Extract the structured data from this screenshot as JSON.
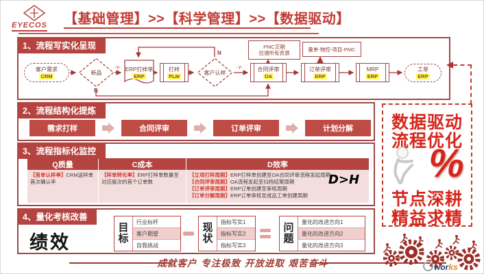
{
  "header": {
    "logo": "EYECOS",
    "title": "【基础管理】>>【科学管理】>>【数据驱动】"
  },
  "s1": {
    "tab": "1、流程写实化呈现",
    "nodes": {
      "customer_demand": "客户需求",
      "customer_demand_tag": "CRM",
      "new_product": "新品",
      "erp_sample": "ERP打样单",
      "erp_sample_tag": "ERP",
      "sampling": "打样",
      "sampling_tag": "PLM",
      "customer_confirm": "客户认样",
      "contract_review": "合同评审",
      "contract_review_tag": "OA",
      "order_review": "订单评审",
      "order_review_tag": "ERP",
      "mrp": "MRP",
      "mrp_tag": "ERP",
      "work_order": "工单",
      "work_order_tag": "ERP"
    },
    "info1_line1": "PMC交期",
    "info1_line2": "拉通所有资源",
    "info2": "量单-物控-项目-PMC",
    "yes": "-Y-",
    "no": "N"
  },
  "s2": {
    "tab": "2、流程结构化提炼",
    "steps": [
      "需求打样",
      "合同评审",
      "订单评审",
      "计划分解"
    ]
  },
  "s3": {
    "tab": "3、流程指标化监控",
    "headers": [
      "Q质量",
      "C成本",
      "D效率"
    ],
    "q": {
      "term": "【首单认样率】",
      "desc": "CRM送样单首次确认率"
    },
    "c": {
      "term": "【样单转化率】",
      "desc": "ERP打样单数量至对应版次的首个订单数"
    },
    "d": [
      {
        "term": "【立项打样周期】",
        "desc": "ERP打样单创建至OA合同评审流程发起周期"
      },
      {
        "term": "【合同评审周期】",
        "desc": "OA流程发起至归档结案周期"
      },
      {
        "term": "【订单评审周期】",
        "desc": "ERP订单创建至审核周期"
      },
      {
        "term": "【订单分解周期】",
        "desc": "ERP订单审核至成品工单创建周期"
      }
    ],
    "note": "D>H"
  },
  "s4": {
    "tab": "4、量化考核改善",
    "performance": "绩效",
    "goal_label": "目标",
    "goal_items": [
      "行业标杆",
      "客户期望",
      "自我挑战"
    ],
    "status_label": "现状",
    "status_items": [
      "指标写实1",
      "指标写实2",
      "指标写实3"
    ],
    "problem_label": "问题",
    "problem_items": [
      "量化的改进方向1",
      "量化的改进方向2",
      "量化的改进方向3"
    ]
  },
  "panel": {
    "line1": "数据驱动",
    "line2": "流程优化",
    "line3": "节点深耕",
    "line4": "精益求精",
    "percent": "%"
  },
  "footer": {
    "slogan": "成就客户 专注极致 开放进取 艰苦奋斗",
    "brand_prefix": "wor",
    "brand_suffix": "ks"
  },
  "colors": {
    "brand_red": "#b5433f",
    "accent_red": "#d6261c",
    "highlight_yellow": "#ffff57",
    "pink_fill": "#f3dedd"
  }
}
